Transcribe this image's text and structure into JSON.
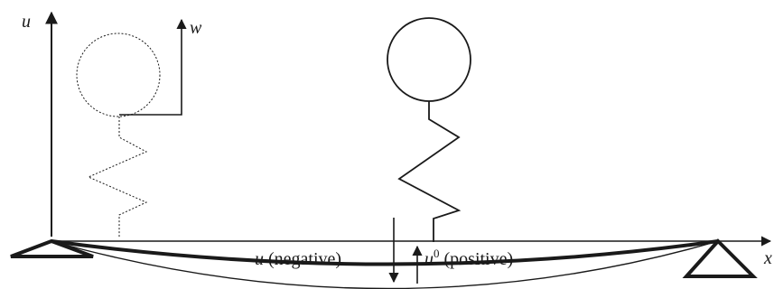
{
  "axes": {
    "vertical_label": "u",
    "horizontal_label": "x"
  },
  "vehicle_reference": {
    "arrow_label": "w"
  },
  "annotations": {
    "deflection_symbol": "u",
    "deflection_text": " (negative)",
    "static_symbol": "u",
    "static_superscript": "0",
    "static_text": " (positive)"
  },
  "colors": {
    "ink": "#1a1a1a",
    "background": "#ffffff"
  }
}
